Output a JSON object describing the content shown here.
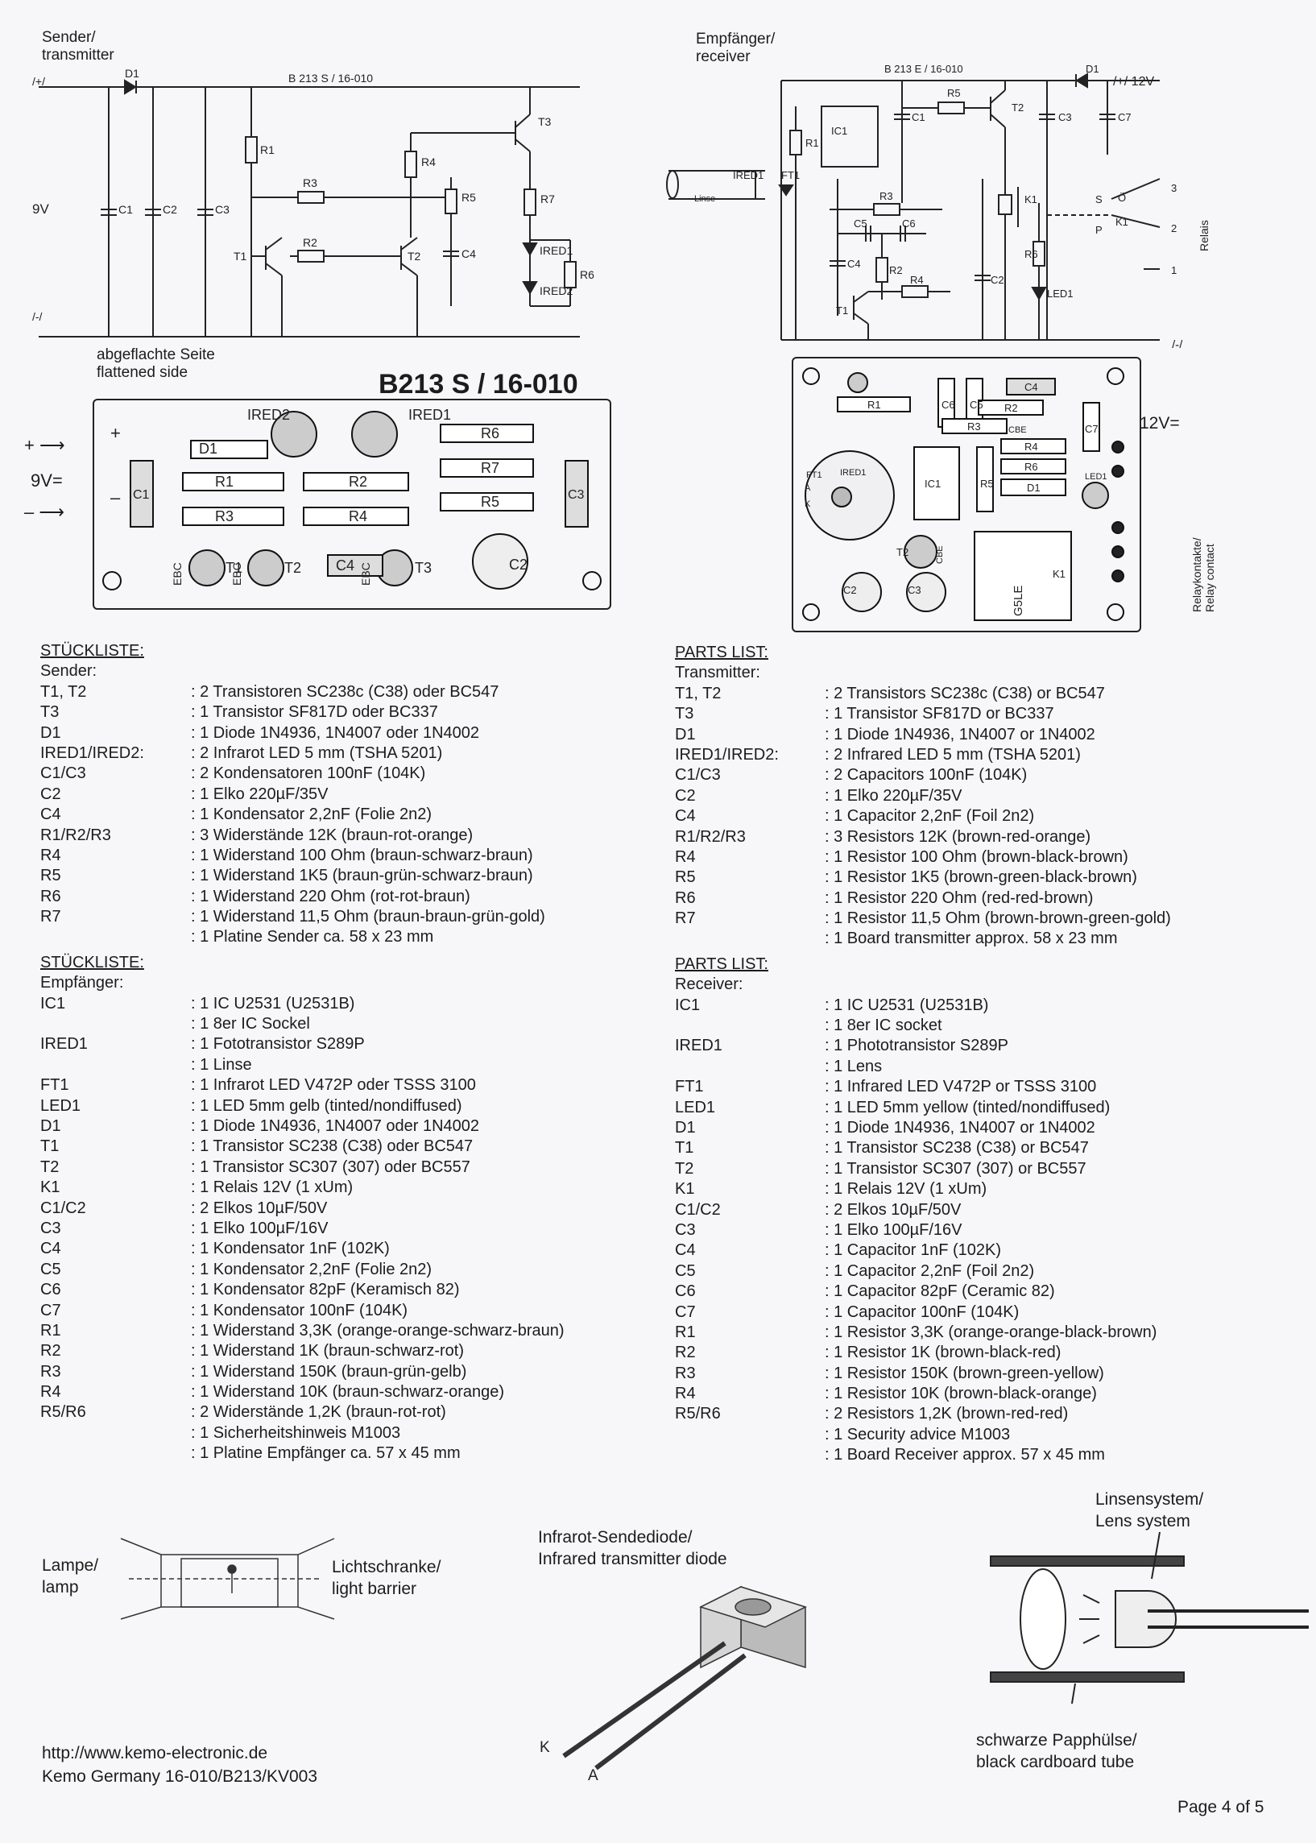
{
  "transmitter": {
    "title": "Sender/\ntransmitter",
    "board_code": "B 213 S / 16-010",
    "rail_plus": "/+/",
    "rail_minus": "/-/",
    "supply": "9V",
    "labels": {
      "d1": "D1",
      "r1": "R1",
      "r2": "R2",
      "r3": "R3",
      "r4": "R4",
      "r5": "R5",
      "r6": "R6",
      "r7": "R7",
      "c1": "C1",
      "c2": "C2",
      "c3": "C3",
      "c4": "C4",
      "t1": "T1",
      "t2": "T2",
      "t3": "T3",
      "ired1": "IRED1",
      "ired2": "IRED2"
    }
  },
  "receiver": {
    "title": "Empfänger/\nreceiver",
    "board_code": "B 213 E / 16-010",
    "supply": "/+/ 12V",
    "rail_minus": "/-/",
    "lens": "Linse",
    "relais": "Relais",
    "terminals": [
      "3",
      "2",
      "1"
    ],
    "labels": {
      "d1": "D1",
      "r1": "R1",
      "r2": "R2",
      "r3": "R3",
      "r4": "R4",
      "r5": "R5",
      "r6": "R6",
      "c1": "C1",
      "c2": "C2",
      "c3": "C3",
      "c4": "C4",
      "c5": "C5",
      "c6": "C6",
      "c7": "C7",
      "t1": "T1",
      "t2": "T2",
      "ic1": "IC1",
      "ired1": "IRED1",
      "ft1": "FT1",
      "k1": "K1",
      "led1": "LED1",
      "s": "S",
      "o": "Ö",
      "p": "P"
    }
  },
  "pcb_sender": {
    "flat_side": "abgeflachte Seite\nflattened side",
    "board_title": "B213 S / 16-010",
    "plus": "+",
    "minus": "–",
    "supply": "9V=",
    "parts": {
      "ired1": "IRED1",
      "ired2": "IRED2",
      "d1": "D1",
      "r1": "R1",
      "r2": "R2",
      "r3": "R3",
      "r4": "R4",
      "r5": "R5",
      "r6": "R6",
      "r7": "R7",
      "c1": "C1",
      "c2": "C2",
      "c3": "C3",
      "c4": "C4",
      "t1": "T1",
      "t2": "T2",
      "t3": "T3",
      "ebc": "EBC"
    }
  },
  "pcb_receiver": {
    "supply": "12V=",
    "relay_contact": "Relaykontakte/\nRelay contact",
    "parts": {
      "r1": "R1",
      "r2": "R2",
      "r3": "R3",
      "r4": "R4",
      "r5": "R5",
      "r6": "R6",
      "c2": "C2",
      "c3": "C3",
      "c4": "C4",
      "c5": "C5",
      "c6": "C6",
      "c7": "C7",
      "cbe": "CBE",
      "ic1": "IC1",
      "ired1": "IRED1",
      "ft1": "FT1",
      "led1": "LED1",
      "d1": "D1",
      "t2": "T2",
      "k1": "K1",
      "g5le": "G5LE",
      "a": "A",
      "k": "K"
    }
  },
  "parts_list_de": {
    "title": "STÜCKLISTE:",
    "sender_header": "Sender:",
    "sender": [
      [
        "T1, T2",
        ": 2 Transistoren SC238c (C38) oder BC547"
      ],
      [
        "T3",
        ": 1 Transistor SF817D oder BC337"
      ],
      [
        "D1",
        ": 1 Diode 1N4936, 1N4007 oder 1N4002"
      ],
      [
        "IRED1/IRED2:",
        ": 2 Infrarot LED 5 mm (TSHA 5201)"
      ],
      [
        "C1/C3",
        ": 2 Kondensatoren 100nF (104K)"
      ],
      [
        "C2",
        ": 1 Elko 220µF/35V"
      ],
      [
        "C4",
        ": 1 Kondensator 2,2nF (Folie 2n2)"
      ],
      [
        "R1/R2/R3",
        ": 3 Widerstände 12K (braun-rot-orange)"
      ],
      [
        "R4",
        ": 1 Widerstand 100 Ohm (braun-schwarz-braun)"
      ],
      [
        "R5",
        ": 1 Widerstand 1K5 (braun-grün-schwarz-braun)"
      ],
      [
        "R6",
        ": 1 Widerstand 220 Ohm (rot-rot-braun)"
      ],
      [
        "R7",
        ": 1 Widerstand 11,5 Ohm (braun-braun-grün-gold)"
      ],
      [
        "",
        ": 1 Platine Sender ca. 58 x 23 mm"
      ]
    ],
    "title2": "STÜCKLISTE:",
    "receiver_header": "Empfänger:",
    "receiver": [
      [
        "IC1",
        ": 1 IC U2531 (U2531B)"
      ],
      [
        "",
        ": 1 8er IC Sockel"
      ],
      [
        "IRED1",
        ": 1 Fototransistor S289P"
      ],
      [
        "",
        ": 1 Linse"
      ],
      [
        "FT1",
        ": 1 Infrarot LED V472P oder TSSS 3100"
      ],
      [
        "LED1",
        ": 1 LED 5mm gelb (tinted/nondiffused)"
      ],
      [
        "D1",
        ": 1 Diode 1N4936, 1N4007 oder 1N4002"
      ],
      [
        "T1",
        ": 1 Transistor SC238 (C38) oder BC547"
      ],
      [
        "T2",
        ": 1 Transistor SC307 (307) oder BC557"
      ],
      [
        "K1",
        ": 1 Relais 12V (1 xUm)"
      ],
      [
        "C1/C2",
        ": 2 Elkos 10µF/50V"
      ],
      [
        "C3",
        ": 1 Elko 100µF/16V"
      ],
      [
        "C4",
        ": 1 Kondensator 1nF (102K)"
      ],
      [
        "C5",
        ": 1 Kondensator 2,2nF (Folie 2n2)"
      ],
      [
        "C6",
        ": 1 Kondensator 82pF (Keramisch 82)"
      ],
      [
        "C7",
        ": 1 Kondensator 100nF (104K)"
      ],
      [
        "R1",
        ": 1 Widerstand 3,3K (orange-orange-schwarz-braun)"
      ],
      [
        "R2",
        ": 1 Widerstand 1K (braun-schwarz-rot)"
      ],
      [
        "R3",
        ": 1 Widerstand 150K (braun-grün-gelb)"
      ],
      [
        "R4",
        ": 1 Widerstand 10K (braun-schwarz-orange)"
      ],
      [
        "R5/R6",
        ": 2 Widerstände 1,2K (braun-rot-rot)"
      ],
      [
        "",
        ": 1 Sicherheitshinweis M1003"
      ],
      [
        "",
        ": 1 Platine Empfänger ca. 57 x 45 mm"
      ]
    ]
  },
  "parts_list_en": {
    "title": "PARTS LIST:",
    "sender_header": "Transmitter:",
    "sender": [
      [
        "T1, T2",
        ": 2 Transistors SC238c (C38) or BC547"
      ],
      [
        "T3",
        ": 1 Transistor SF817D or BC337"
      ],
      [
        "D1",
        ": 1 Diode 1N4936, 1N4007 or 1N4002"
      ],
      [
        "IRED1/IRED2:",
        ": 2 Infrared LED 5 mm (TSHA 5201)"
      ],
      [
        "C1/C3",
        ": 2 Capacitors 100nF (104K)"
      ],
      [
        "C2",
        ": 1 Elko 220µF/35V"
      ],
      [
        "C4",
        ": 1 Capacitor 2,2nF (Foil 2n2)"
      ],
      [
        "R1/R2/R3",
        ": 3 Resistors 12K (brown-red-orange)"
      ],
      [
        "R4",
        ": 1 Resistor 100 Ohm (brown-black-brown)"
      ],
      [
        "R5",
        ": 1 Resistor 1K5 (brown-green-black-brown)"
      ],
      [
        "R6",
        ": 1 Resistor 220 Ohm (red-red-brown)"
      ],
      [
        "R7",
        ": 1 Resistor 11,5 Ohm (brown-brown-green-gold)"
      ],
      [
        "",
        ": 1 Board transmitter approx. 58 x 23 mm"
      ]
    ],
    "title2": "PARTS LIST:",
    "receiver_header": "Receiver:",
    "receiver": [
      [
        "IC1",
        ": 1 IC U2531 (U2531B)"
      ],
      [
        "",
        ": 1 8er IC socket"
      ],
      [
        "IRED1",
        ": 1 Phototransistor S289P"
      ],
      [
        "",
        ": 1 Lens"
      ],
      [
        "FT1",
        ": 1 Infrared LED V472P or TSSS 3100"
      ],
      [
        "LED1",
        ": 1 LED 5mm yellow (tinted/nondiffused)"
      ],
      [
        "D1",
        ": 1 Diode 1N4936, 1N4007 or 1N4002"
      ],
      [
        "T1",
        ": 1 Transistor SC238 (C38) or BC547"
      ],
      [
        "T2",
        ": 1 Transistor SC307 (307) or BC557"
      ],
      [
        "K1",
        ": 1 Relais 12V (1 xUm)"
      ],
      [
        "C1/C2",
        ": 2 Elkos 10µF/50V"
      ],
      [
        "C3",
        ": 1 Elko 100µF/16V"
      ],
      [
        "C4",
        ": 1 Capacitor 1nF (102K)"
      ],
      [
        "C5",
        ": 1 Capacitor 2,2nF (Foil 2n2)"
      ],
      [
        "C6",
        ": 1 Capacitor 82pF (Ceramic 82)"
      ],
      [
        "C7",
        ": 1 Capacitor 100nF (104K)"
      ],
      [
        "R1",
        ": 1 Resistor 3,3K (orange-orange-black-brown)"
      ],
      [
        "R2",
        ": 1 Resistor 1K (brown-black-red)"
      ],
      [
        "R3",
        ": 1 Resistor 150K (brown-green-yellow)"
      ],
      [
        "R4",
        ": 1 Resistor 10K (brown-black-orange)"
      ],
      [
        "R5/R6",
        ": 2 Resistors 1,2K (brown-red-red)"
      ],
      [
        "",
        ": 1 Security advice M1003"
      ],
      [
        "",
        ": 1 Board Receiver approx. 57 x 45 mm"
      ]
    ]
  },
  "illustrations": {
    "lamp": "Lampe/\nlamp",
    "light_barrier": "Lichtschranke/\nlight barrier",
    "ir_diode": "Infrarot-Sendediode/\nInfrared transmitter diode",
    "k": "K",
    "a": "A",
    "lens_system": "Linsensystem/\nLens system",
    "tube": "schwarze Papphülse/\nblack cardboard tube"
  },
  "footer": {
    "url": "http://www.kemo-electronic.de",
    "code": "Kemo Germany 16-010/B213/KV003",
    "page": "Page 4 of 5"
  }
}
